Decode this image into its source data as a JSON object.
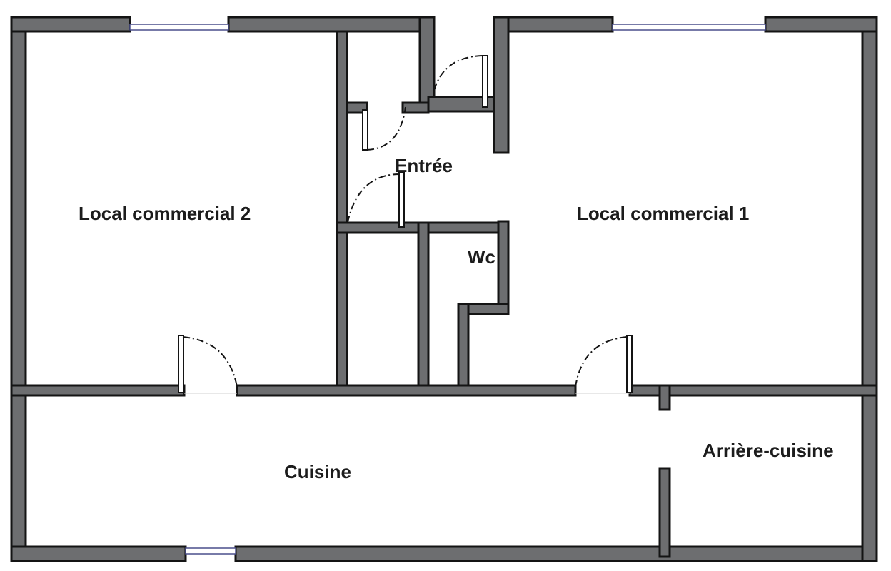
{
  "rooms": {
    "local_commercial_2": "Local commercial 2",
    "local_commercial_1": "Local commercial 1",
    "entree": "Entrée",
    "wc": "Wc",
    "cuisine": "Cuisine",
    "arriere_cuisine": "Arrière-cuisine"
  },
  "colors": {
    "wall_fill": "#6d6e70",
    "wall_outline": "#141414",
    "window": "#4a4f8c",
    "label": "#1c1c1c",
    "background": "#ffffff"
  }
}
